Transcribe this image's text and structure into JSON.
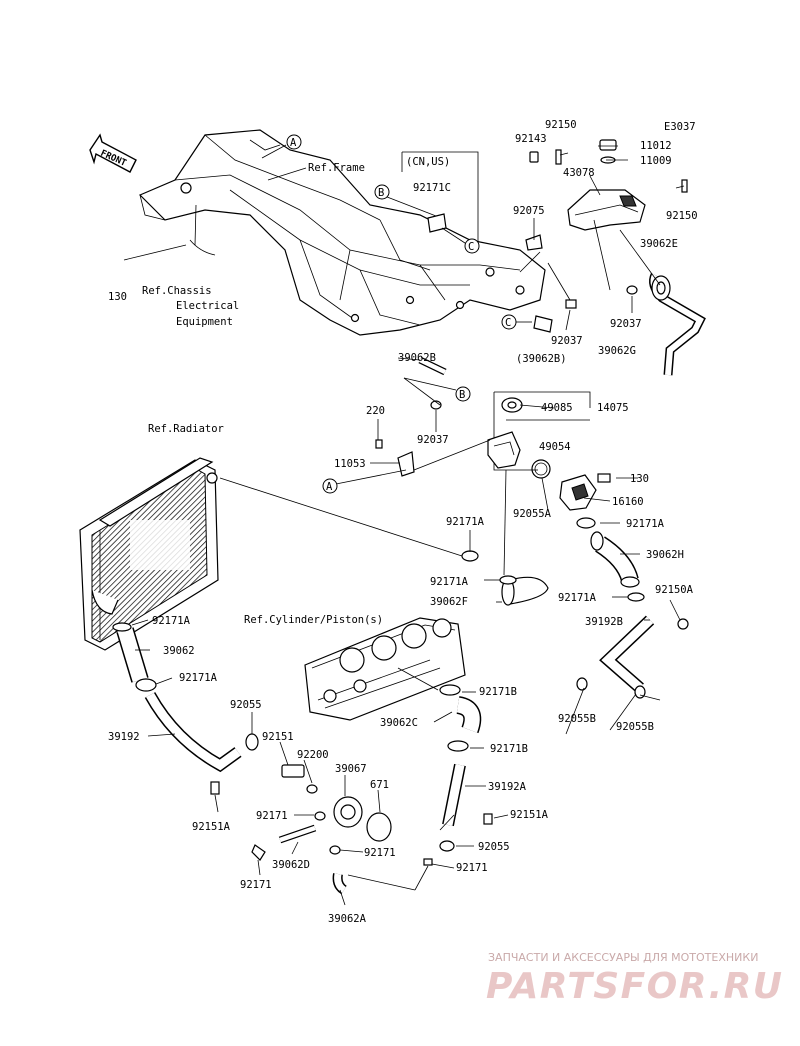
{
  "diagram_code": "E3037",
  "front_label": "FRONT",
  "references": {
    "frame": "Ref.Frame",
    "chassis_lines": [
      "Ref.Chassis",
      "Electrical",
      "Equipment"
    ],
    "radiator": "Ref.Radiator",
    "cylinder": "Ref.Cylinder/Piston(s)"
  },
  "region_box_label": "(CN,US)",
  "callouts": [
    "A",
    "B",
    "C"
  ],
  "part_labels": {
    "p92150_top": "92150",
    "p92143": "92143",
    "p11012": "11012",
    "p11009": "11009",
    "p43078": "43078",
    "p92150_right": "92150",
    "p92171C": "92171C",
    "p92075": "92075",
    "p39062E": "39062E",
    "p130_left": "130",
    "p92037_right": "92037",
    "p92037_mid": "92037",
    "p39062B_paren": "(39062B)",
    "p39062G": "39062G",
    "p39062B": "39062B",
    "p220": "220",
    "p92037_low": "92037",
    "p49085": "49085",
    "p14075": "14075",
    "p49054": "49054",
    "p11053": "11053",
    "p130_right": "130",
    "p16160": "16160",
    "p92055A": "92055A",
    "p92171A_1": "92171A",
    "p92171A_2": "92171A",
    "p39062H": "39062H",
    "p92171A_3": "92171A",
    "p39062F": "39062F",
    "p92171A_4": "92171A",
    "p92150A": "92150A",
    "p92171A_5": "92171A",
    "p39192B": "39192B",
    "p39062": "39062",
    "p92171A_6": "92171A",
    "p92171B_1": "92171B",
    "p92055B_1": "92055B",
    "p92055B_2": "92055B",
    "p92055": "92055",
    "p39062C": "39062C",
    "p39192": "39192",
    "p92151": "92151",
    "p92171B_2": "92171B",
    "p92200": "92200",
    "p39067": "39067",
    "p39192A": "39192A",
    "p671": "671",
    "p92151A_1": "92151A",
    "p92151A_2": "92151A",
    "p92171_1": "92171",
    "p92055_low": "92055",
    "p92171_2": "92171",
    "p39062D": "39062D",
    "p92171_3": "92171",
    "p92171_4": "92171",
    "p39062A": "39062A"
  },
  "watermark": {
    "caption": "ЗАПЧАСТИ И АКСЕССУАРЫ ДЛЯ МОТОТЕХНИКИ",
    "logo": "PARTSFOR.RU"
  }
}
